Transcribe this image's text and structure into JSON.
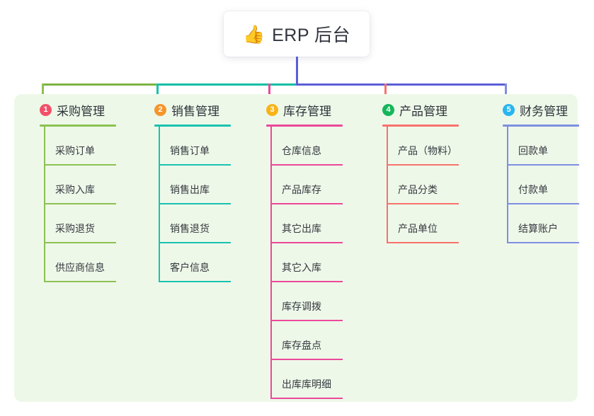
{
  "root": {
    "icon": "thumbs-up-icon",
    "emoji": "👍",
    "title": "ERP 后台"
  },
  "colors": {
    "panel_bg": "#eef8e9",
    "page_bg": "#ffffff",
    "text": "#2f333a",
    "stem": "#5b5fd6",
    "bar_green": "#7cb342",
    "bar_teal": "#12bfa4",
    "bar_purple": "#5b5fd6"
  },
  "columns": [
    {
      "number": "1",
      "title": "采购管理",
      "badge_color": "#f2506a",
      "line_color": "#8cc152",
      "items": [
        "采购订单",
        "采购入库",
        "采购退货",
        "供应商信息"
      ]
    },
    {
      "number": "2",
      "title": "销售管理",
      "badge_color": "#f5952b",
      "line_color": "#19c2b0",
      "items": [
        "销售订单",
        "销售出库",
        "销售退货",
        "客户信息"
      ]
    },
    {
      "number": "3",
      "title": "库存管理",
      "badge_color": "#f7b419",
      "line_color": "#ec4899",
      "items": [
        "仓库信息",
        "产品库存",
        "其它出库",
        "其它入库",
        "库存调拨",
        "库存盘点",
        "出库库明细"
      ]
    },
    {
      "number": "4",
      "title": "产品管理",
      "badge_color": "#16b65a",
      "line_color": "#f8716c",
      "items": [
        "产品（物料）",
        "产品分类",
        "产品单位"
      ]
    },
    {
      "number": "5",
      "title": "财务管理",
      "badge_color": "#29b6f0",
      "line_color": "#7d8fe0",
      "items": [
        "回款单",
        "付款单",
        "结算账户"
      ]
    }
  ]
}
